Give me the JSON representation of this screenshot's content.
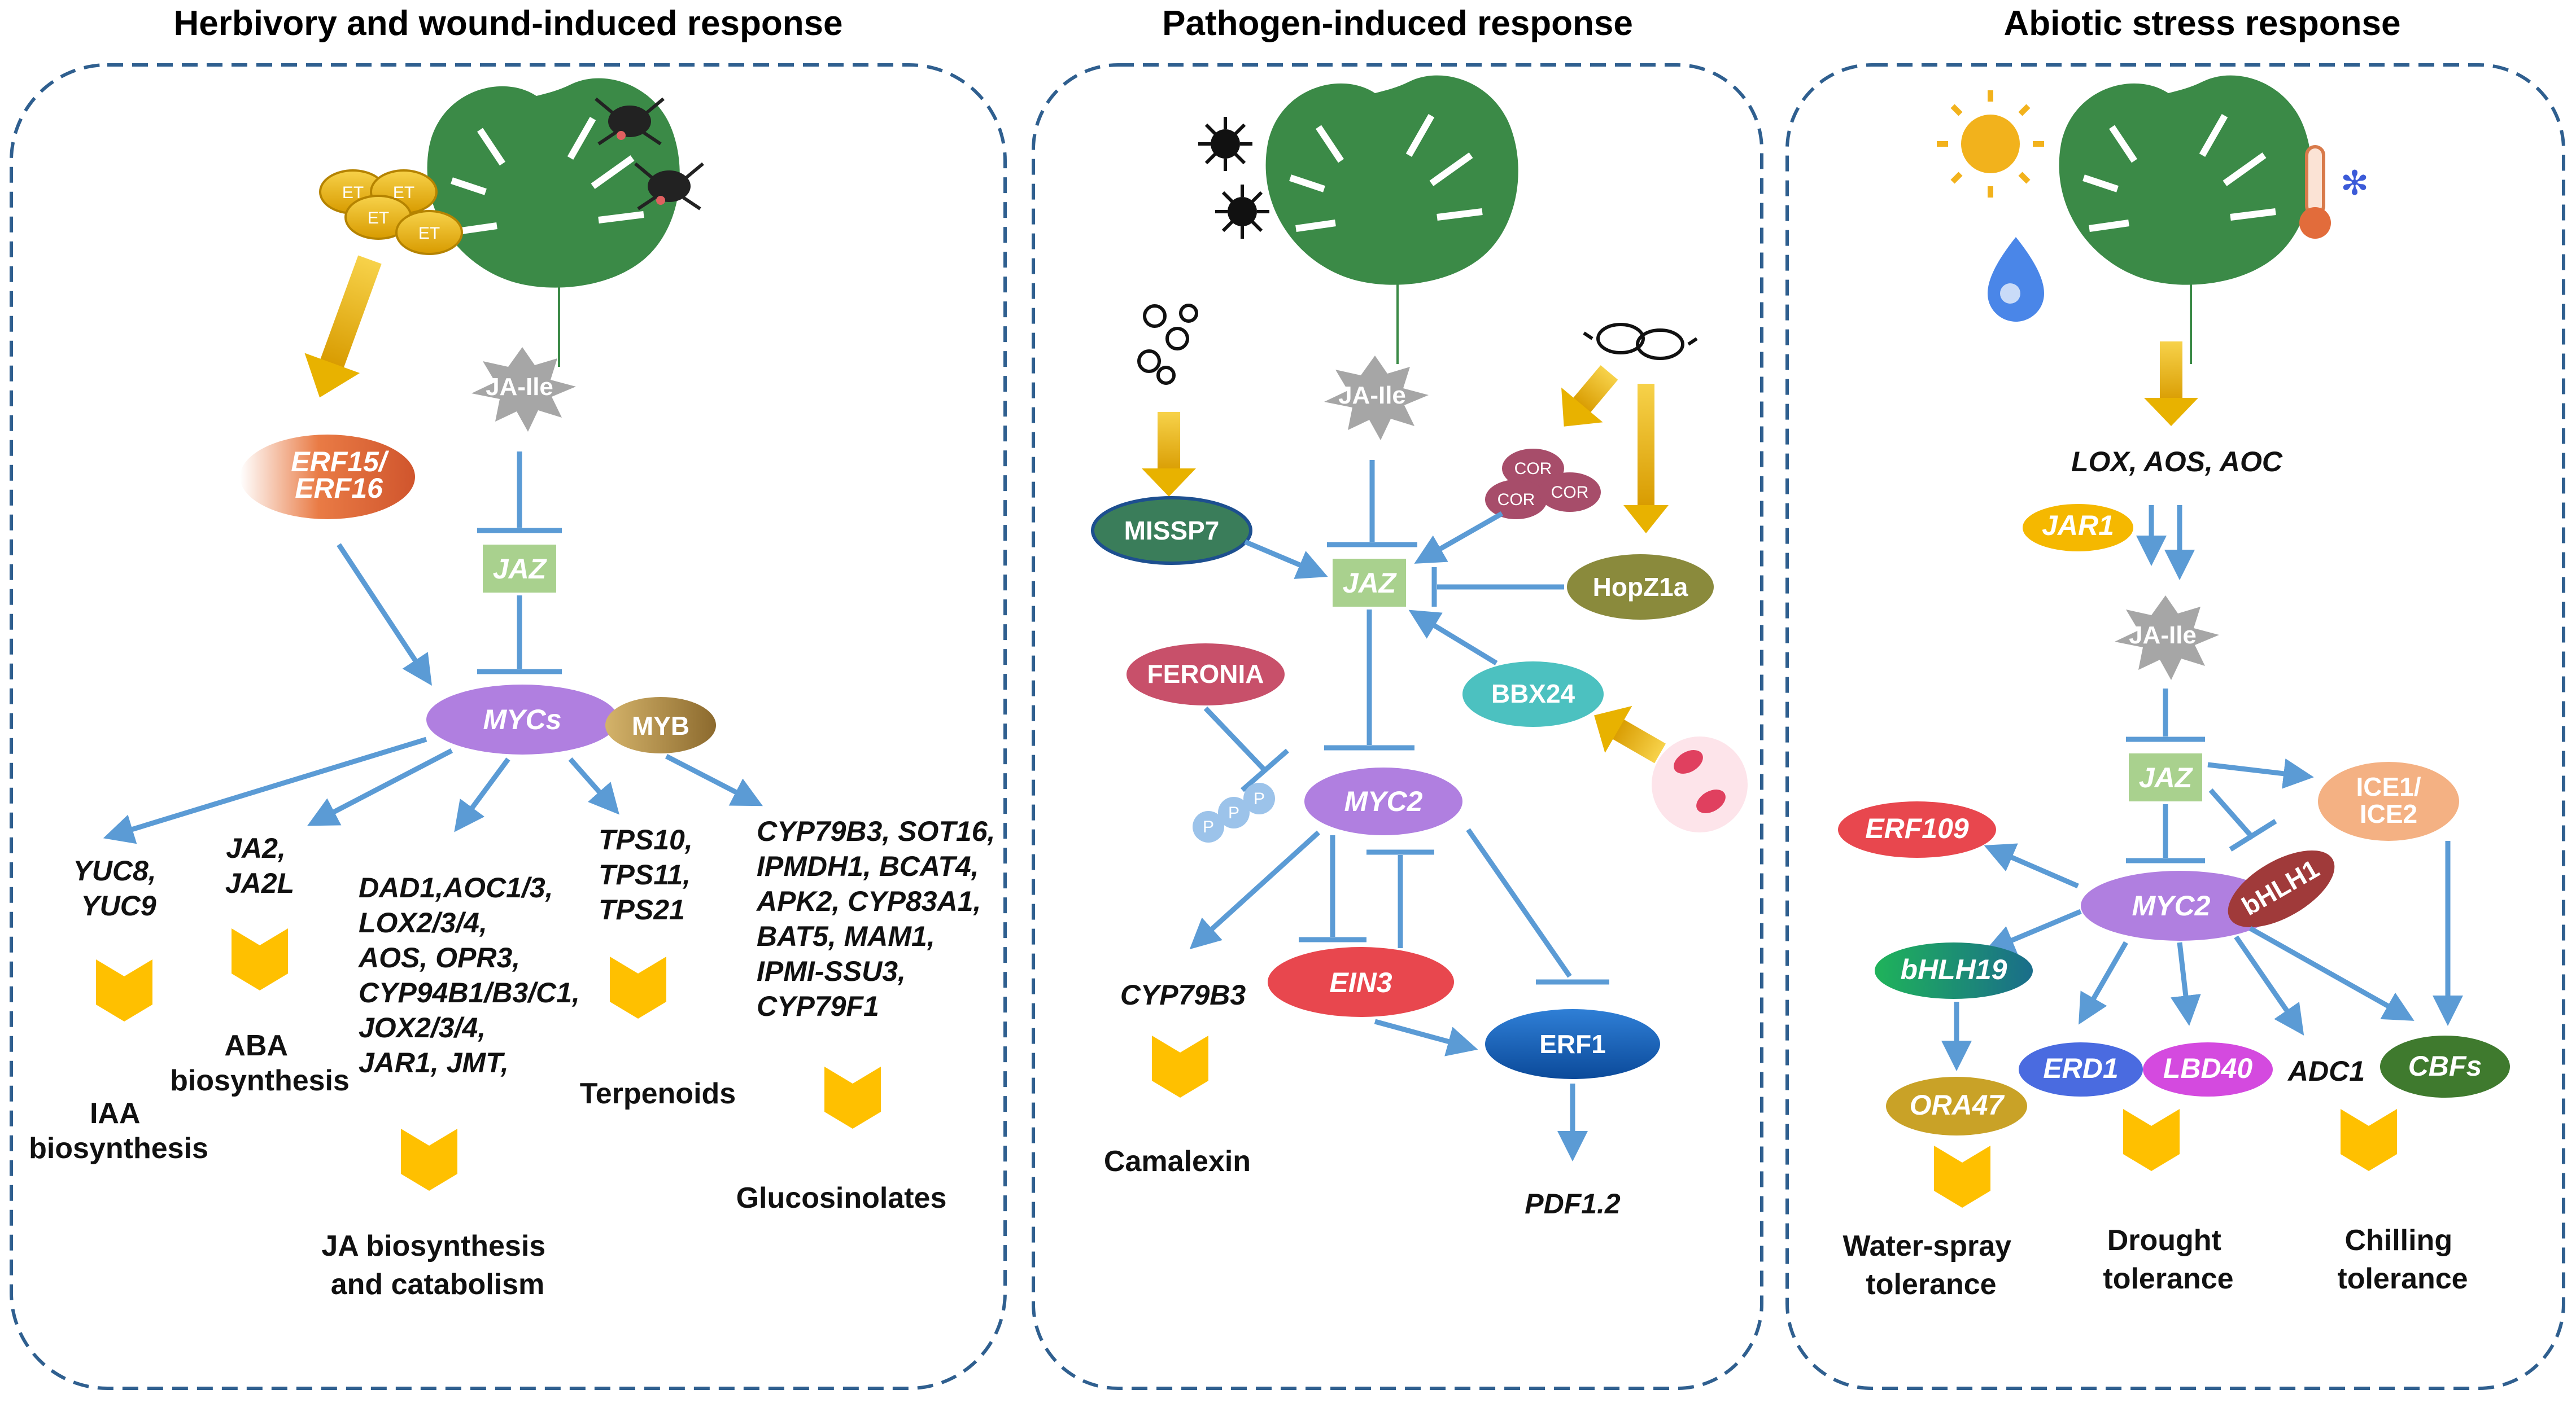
{
  "panels": {
    "herbivory": {
      "title": "Herbivory and wound-induced response",
      "et": "ET",
      "ja_ile": "JA-Ile",
      "erf15": "ERF15/",
      "erf16": "ERF16",
      "jaz": "JAZ",
      "mycs": "MYCs",
      "myb": "MYB",
      "genes_yuc": [
        "YUC8,",
        "YUC9"
      ],
      "genes_ja2": [
        "JA2,",
        "JA2L"
      ],
      "genes_dad": [
        "DAD1,AOC1/3,",
        "LOX2/3/4,",
        "AOS, OPR3,",
        "CYP94B1/B3/C1,",
        "JOX2/3/4,",
        "JAR1, JMT,"
      ],
      "genes_tps": [
        "TPS10,",
        "TPS11,",
        "TPS21"
      ],
      "genes_cyp": [
        "CYP79B3, SOT16,",
        "IPMDH1, BCAT4,",
        "APK2, CYP83A1,",
        "BAT5, MAM1,",
        "IPMI-SSU3,",
        "CYP79F1"
      ],
      "out_iaa": [
        "IAA",
        "biosynthesis"
      ],
      "out_aba": [
        "ABA",
        "biosynthesis"
      ],
      "out_ja": [
        "JA biosynthesis",
        "and catabolism"
      ],
      "out_terp": "Terpenoids",
      "out_gluc": "Glucosinolates"
    },
    "pathogen": {
      "title": "Pathogen-induced response",
      "ja_ile": "JA-Ile",
      "missp7": "MISSP7",
      "cor": "COR",
      "jaz": "JAZ",
      "hopz1a": "HopZ1a",
      "feronia": "FERONIA",
      "bbx24": "BBX24",
      "p": "P",
      "myc2": "MYC2",
      "ein3": "EIN3",
      "erf1": "ERF1",
      "cyp79b3": "CYP79B3",
      "camalexin": "Camalexin",
      "pdf12": "PDF1.2"
    },
    "abiotic": {
      "title": "Abiotic stress response",
      "lox": "LOX, AOS, AOC",
      "jar1": "JAR1",
      "ja_ile": "JA-Ile",
      "jaz": "JAZ",
      "ice": [
        "ICE1/",
        "ICE2"
      ],
      "erf109": "ERF109",
      "myc2": "MYC2",
      "bhlh1": "bHLH1",
      "bhlh19": "bHLH19",
      "ora47": "ORA47",
      "erd1": "ERD1",
      "lbd40": "LBD40",
      "adc1": "ADC1",
      "cbfs": "CBFs",
      "out_water": [
        "Water-spray",
        "tolerance"
      ],
      "out_drought": [
        "Drought",
        "tolerance"
      ],
      "out_chill": [
        "Chilling",
        "tolerance"
      ]
    }
  },
  "colors": {
    "arrow": "#5b9bd5",
    "yellow_arrow": "#e8b200",
    "leaf": "#3b8a47",
    "jaz_box": "#a9d18e",
    "myc_purple": "#b07fe0",
    "panel_border": "#2f5f8f"
  }
}
